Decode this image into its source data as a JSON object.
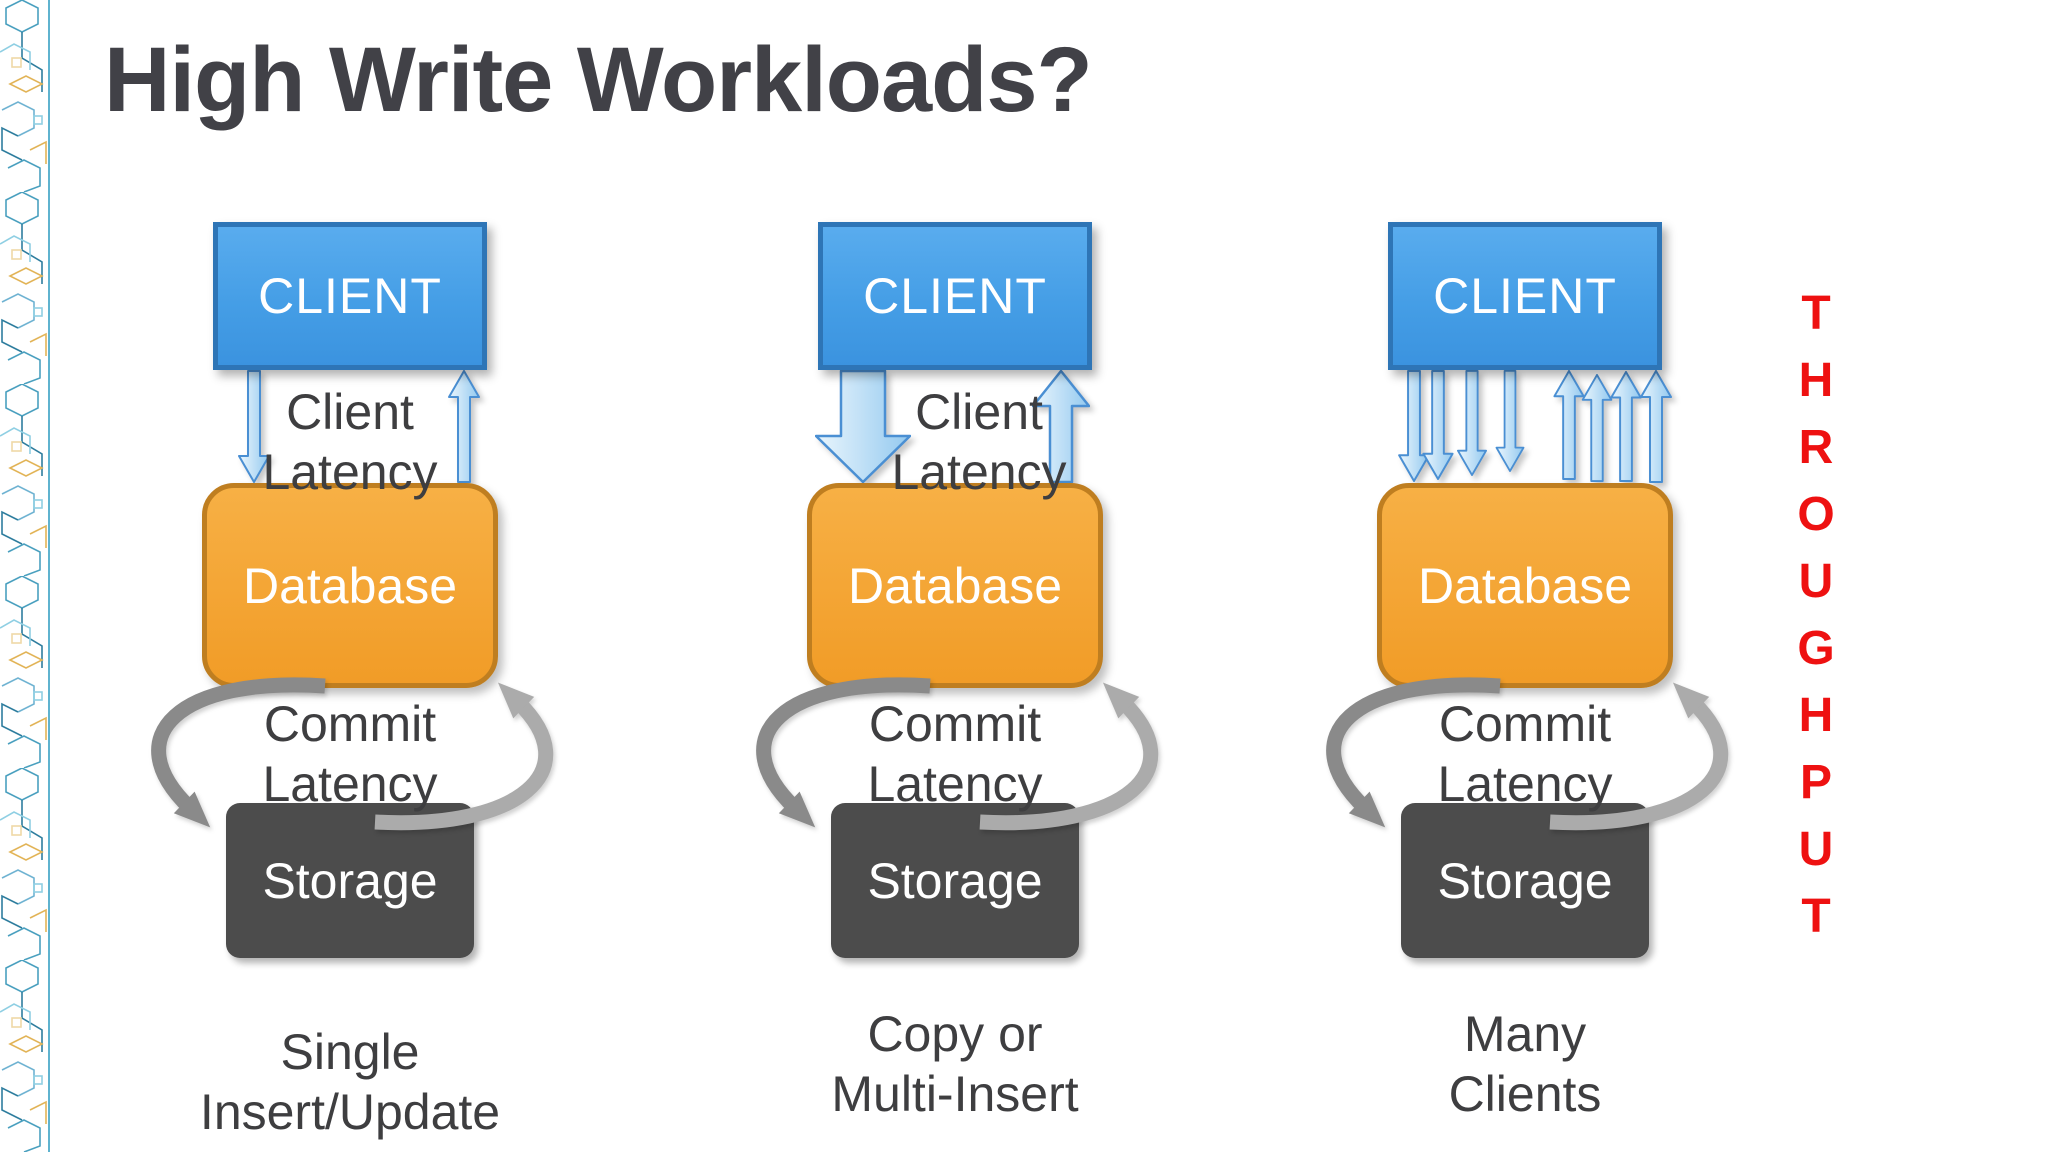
{
  "title": "High Write Workloads?",
  "columns": [
    {
      "client_label": "CLIENT",
      "client_latency_line1": "Client",
      "client_latency_line2": "Latency",
      "database_label": "Database",
      "commit_latency_line1": "Commit",
      "commit_latency_line2": "Latency",
      "storage_label": "Storage",
      "caption_line1": "Single",
      "caption_line2": "Insert/Update",
      "arrows": {
        "down": 1,
        "up": 1,
        "style": "single-thin"
      }
    },
    {
      "client_label": "CLIENT",
      "client_latency_line1": "Client",
      "client_latency_line2": "Latency",
      "database_label": "Database",
      "commit_latency_line1": "Commit",
      "commit_latency_line2": "Latency",
      "storage_label": "Storage",
      "caption_line1": "Copy or",
      "caption_line2": "Multi-Insert",
      "arrows": {
        "down": 1,
        "up": 1,
        "style": "bulk-wide"
      }
    },
    {
      "client_label": "CLIENT",
      "client_latency_line1": "",
      "client_latency_line2": "",
      "database_label": "Database",
      "commit_latency_line1": "Commit",
      "commit_latency_line2": "Latency",
      "storage_label": "Storage",
      "caption_line1": "Many",
      "caption_line2": "Clients",
      "arrows": {
        "down": 4,
        "up": 4,
        "style": "many-thin"
      }
    }
  ],
  "throughput": {
    "text": "THROUGHPUT",
    "color": "#ee1111"
  },
  "colors": {
    "client_fill": "#4aa2e8",
    "client_border": "#2e75b6",
    "database_fill": "#f4a332",
    "database_border": "#bf7e20",
    "storage_fill": "#4c4c4c",
    "arrow_outline": "#4a8fd3",
    "cycle_left": "#8a8a8a",
    "cycle_right": "#ababab",
    "title_color": "#414147",
    "body_text": "#3e3e40",
    "throughput_color": "#ee1111"
  }
}
